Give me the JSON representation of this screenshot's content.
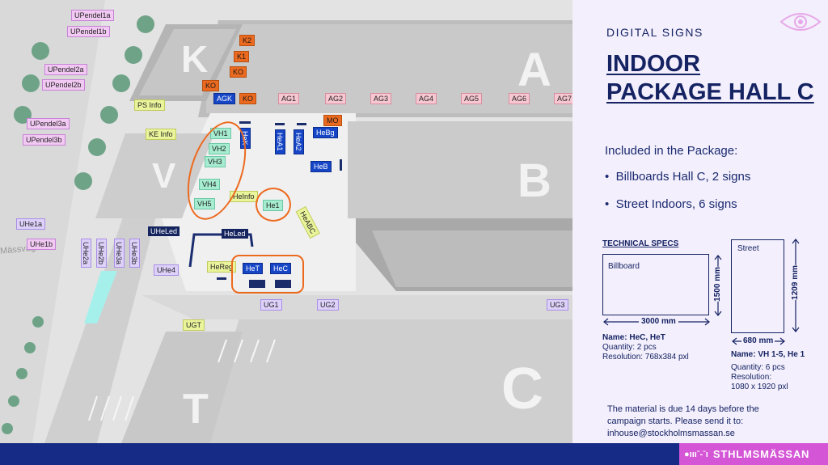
{
  "panel": {
    "kicker": "DIGITAL SIGNS",
    "title_line1": "INDOOR",
    "title_line2": "PACKAGE HALL C",
    "included_heading": "Included in the Package:",
    "bullets": [
      "Billboards Hall C, 2 signs",
      "Street Indoors, 6 signs"
    ],
    "specs_title": "TECHNICAL SPECS",
    "billboard": {
      "label": "Billboard",
      "width": "3000 mm",
      "height": "1500 mm",
      "name": "Name: HeC, HeT",
      "quantity": "Quantity: 2 pcs",
      "resolution": "Resolution: 768x384 pxl"
    },
    "street": {
      "label": "Street",
      "width": "680 mm",
      "height": "1209 mm",
      "name": "Name: VH 1-5, He 1",
      "quantity": "Quantity: 6 pcs",
      "resolution_line1": "Resolution:",
      "resolution_line2": "1080 x 1920 pxl"
    },
    "note_line1": "The material is due 14 days before the",
    "note_line2": "campaign starts. Please send it to:",
    "note_email": "inhouse@stockholmsmassan.se"
  },
  "footer": {
    "brand": "STHLMSMÄSSAN"
  },
  "colors": {
    "navy": "#152363",
    "footer_blue": "#162b86",
    "brand_pink": "#d455d6",
    "highlight_orange": "#ec6a1f",
    "sign_blue": "#1646c6"
  },
  "map": {
    "zones": {
      "k": "K",
      "v": "V",
      "a": "A",
      "b": "B",
      "c": "C",
      "t": "T"
    },
    "street_name": "Mässvägen",
    "labels": {
      "upendel1a": "UPendel1a",
      "upendel1b": "UPendel1b",
      "upendel2a": "UPendel2a",
      "upendel2b": "UPendel2b",
      "upendel3a": "UPendel3a",
      "upendel3b": "UPendel3b",
      "uhe1a": "UHe1a",
      "uhe1b": "UHe1b",
      "uhe2a": "UHe2a",
      "uhe2b": "UHe2b",
      "uhe3a": "UHe3a",
      "uhe3b": "UHe3b",
      "uhe4": "UHe4",
      "k2": "K2",
      "k1": "K1",
      "ko1": "KO",
      "ko2": "KO",
      "ko3": "KO",
      "agk": "AGK",
      "ps_info": "PS Info",
      "ke_info": "KE Info",
      "ag1": "AG1",
      "ag2": "AG2",
      "ag3": "AG3",
      "ag4": "AG4",
      "ag5": "AG5",
      "ag6": "AG6",
      "ag7": "AG7",
      "mo": "MO",
      "hebg": "HeBg",
      "hek": "HeK",
      "hea1": "HeA1",
      "hea2": "HeA2",
      "heb": "HeB",
      "vh1": "VH1",
      "vh2": "VH2",
      "vh3": "VH3",
      "vh4": "VH4",
      "vh5": "VH5",
      "heinfo": "HeInfo",
      "he1": "He1",
      "heabc": "HeABC",
      "ueheled": "UHeLed",
      "heled": "HeLed",
      "hereg": "HeReg",
      "het": "HeT",
      "hec": "HeC",
      "ug1": "UG1",
      "ug2": "UG2",
      "ug3": "UG3",
      "ugt": "UGT"
    }
  }
}
